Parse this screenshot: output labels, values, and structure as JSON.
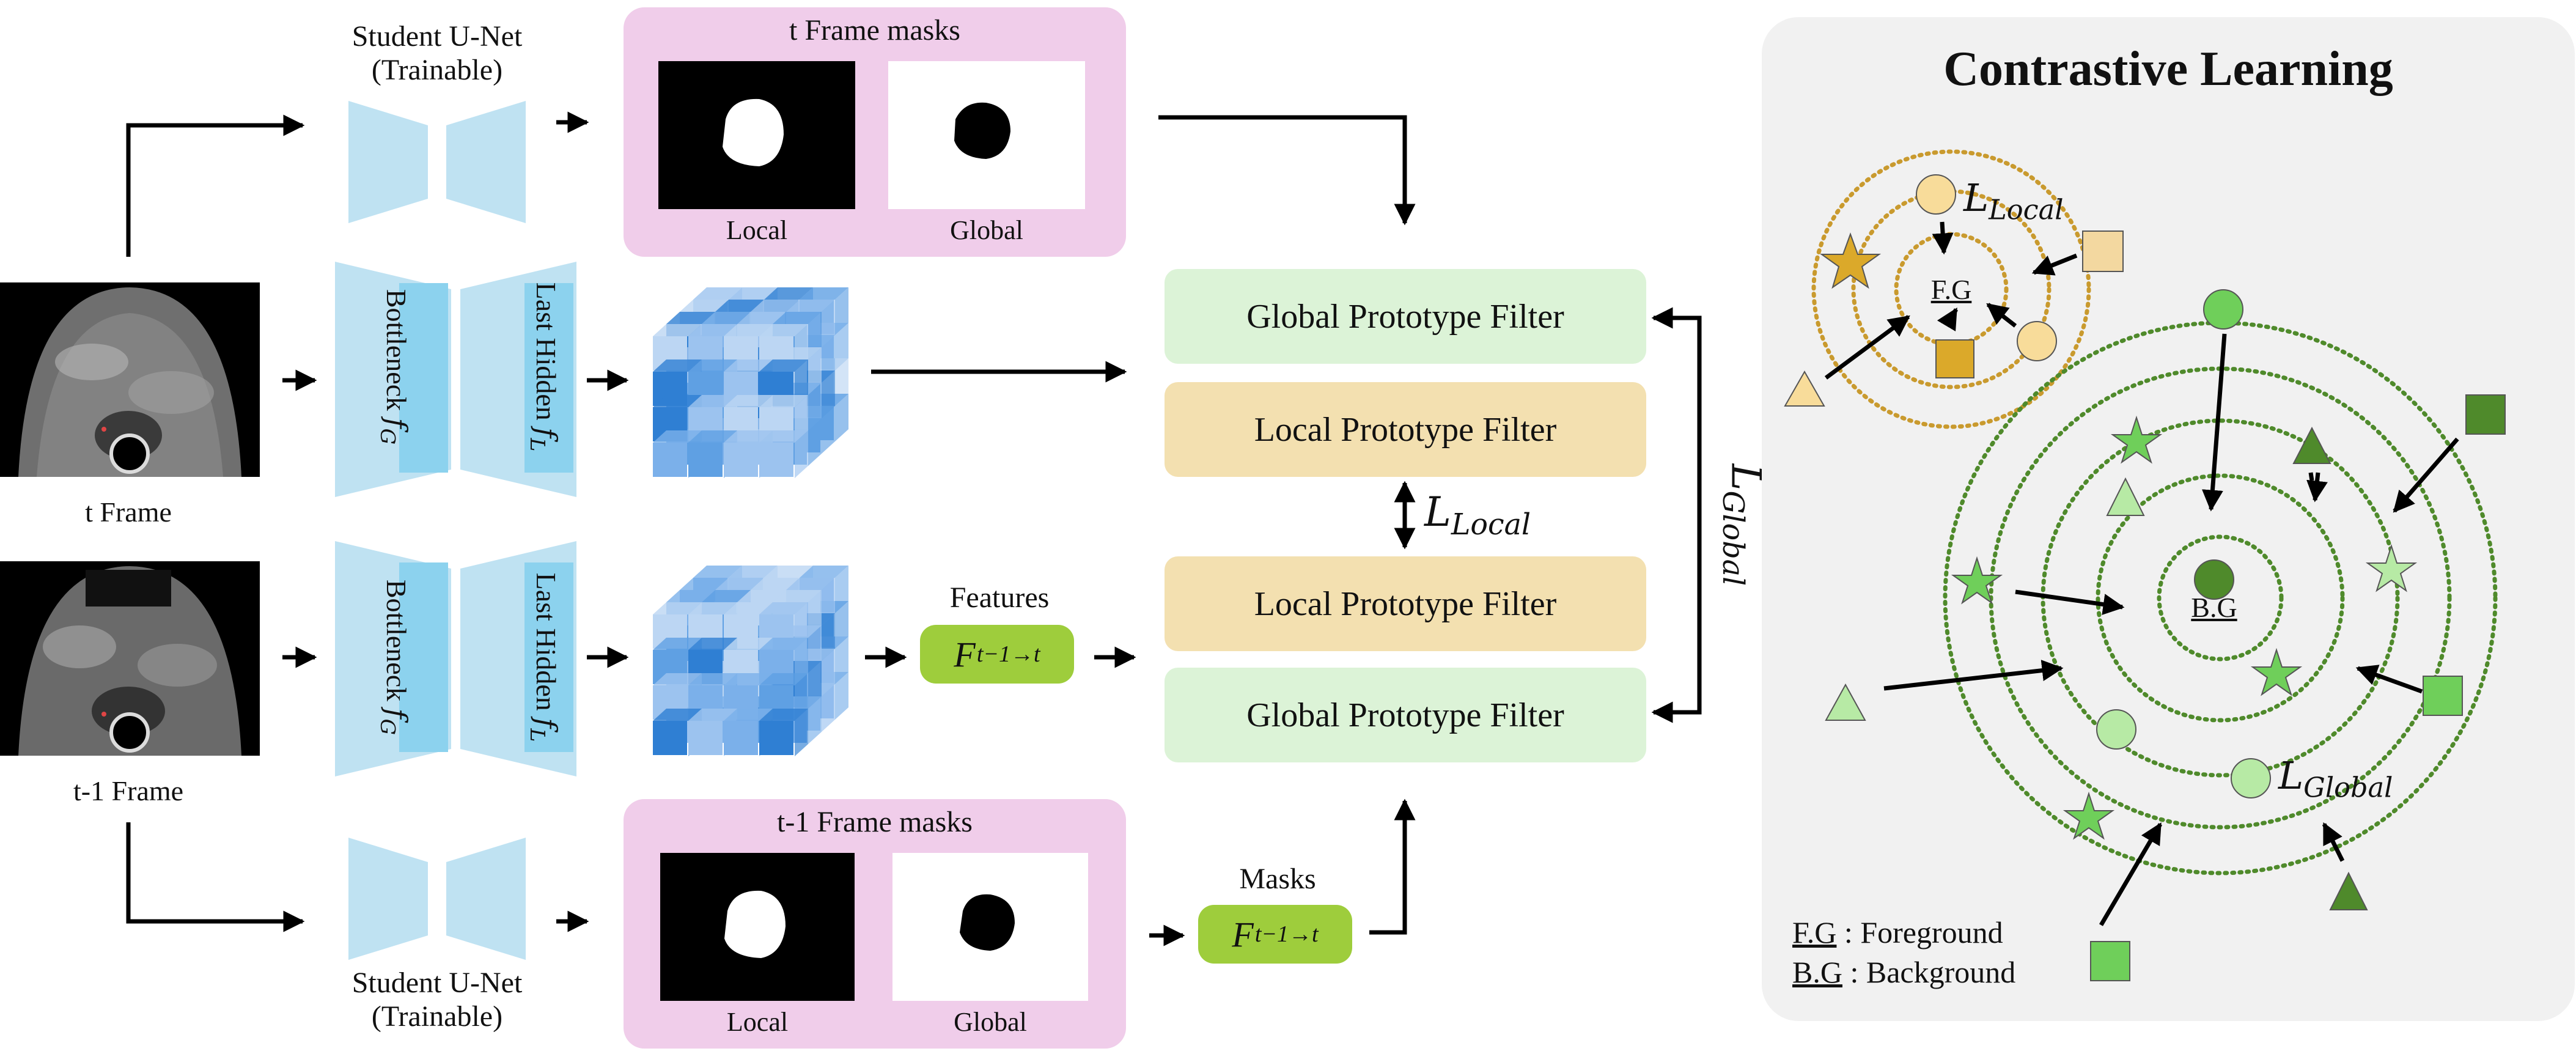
{
  "labels": {
    "student_top": [
      "Student U-Net",
      "(Trainable)"
    ],
    "student_bottom": [
      "Student U-Net",
      "(Trainable)"
    ],
    "t_frame": "t Frame",
    "t1_frame": "t-1 Frame",
    "bottleneck": "Bottleneck",
    "last_hidden": "Last Hidden",
    "f_g": "f",
    "f_g_sub": "G",
    "f_l": "f",
    "f_l_sub": "L",
    "features": "Features",
    "masks": "Masks"
  },
  "mask_boxes": {
    "top": {
      "title": "t Frame masks",
      "local": "Local",
      "global": "Global"
    },
    "bottom": {
      "title": "t-1 Frame masks",
      "local": "Local",
      "global": "Global"
    }
  },
  "flow_term": {
    "base": "F",
    "sub": "t−1→t"
  },
  "filters": {
    "global_top": "Global Prototype Filter",
    "local_top": "Local Prototype Filter",
    "local_bottom": "Local Prototype Filter",
    "global_bottom": "Global Prototype Filter"
  },
  "losses": {
    "local": {
      "base": "L",
      "sub": "Local"
    },
    "global": {
      "base": "L",
      "sub": "Global"
    }
  },
  "panel": {
    "title": "Contrastive Learning",
    "fg_label": "F.G",
    "bg_label": "B.G",
    "legend": [
      {
        "abbr": "F.G",
        "text": " : Foreground"
      },
      {
        "abbr": "B.G",
        "text": " : Background"
      }
    ]
  },
  "colors": {
    "unet": "#bfe2f2",
    "unet_inner": "#8cd2ee",
    "mask_box": "#f0cdea",
    "global_filter": "#dcf3d7",
    "local_filter": "#f3e0b0",
    "feature_tag": "#9ecd3c",
    "panel_bg": "#f1f1f1",
    "fg_ring": "#c99a2e",
    "bg_ring": "#4f8a2b"
  }
}
